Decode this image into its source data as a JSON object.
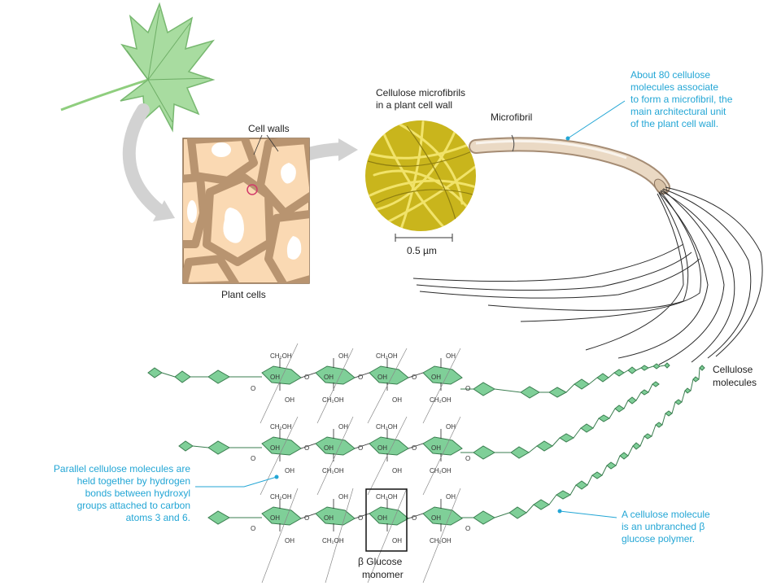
{
  "labels": {
    "cell_walls": "Cell walls",
    "plant_cells": "Plant cells",
    "micro_title_1": "Cellulose microfibrils",
    "micro_title_2": "in a plant cell wall",
    "scale": "0.5 µm",
    "microfibril": "Microfibril",
    "cellulose_molecules_1": "Cellulose",
    "cellulose_molecules_2": "molecules",
    "beta_glucose_1": "β Glucose",
    "beta_glucose_2": "monomer"
  },
  "callouts": {
    "top_right": [
      "About 80 cellulose",
      "molecules associate",
      "to form a microfibril, the",
      "main architectural unit",
      "of the plant cell wall."
    ],
    "left": [
      "Parallel cellulose molecules are",
      "held together by hydrogen",
      "bonds between hydroxyl",
      "groups attached to carbon",
      "atoms 3 and 6."
    ],
    "bottom_right": [
      "A cellulose molecule",
      "is an unbranched β",
      "glucose polymer."
    ]
  },
  "chem": {
    "ch2oh": "CH₂OH",
    "oh": "OH",
    "o": "O"
  },
  "colors": {
    "accent": "#23a6d5",
    "ring_fill": "#7fcf98",
    "ring_stroke": "#3a7d4f",
    "cell_wall": "#b89470",
    "cell_fill": "#fad9b3",
    "micrograph": "#d9c52a"
  }
}
